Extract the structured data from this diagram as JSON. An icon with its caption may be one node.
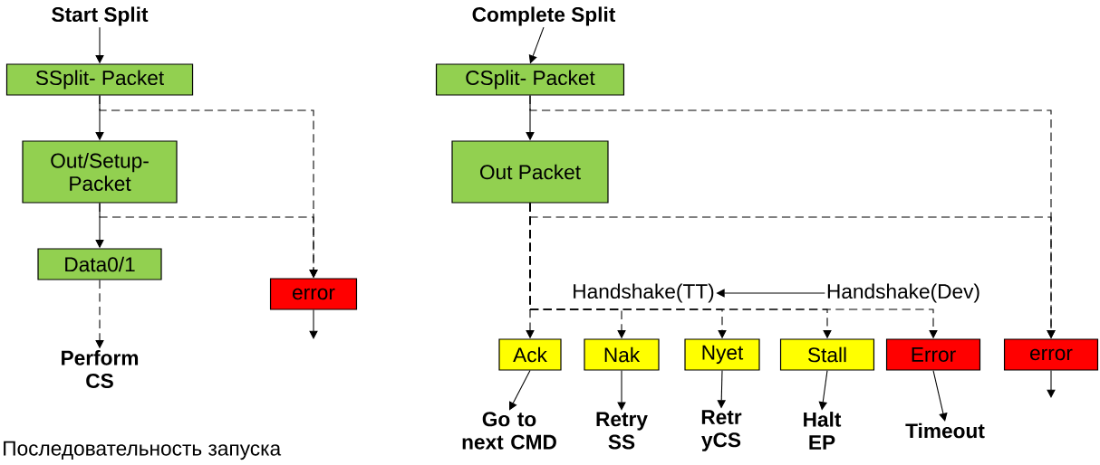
{
  "diagram": {
    "nodes": [
      {
        "text": [
          "Start Split"
        ]
      },
      {
        "text": [
          "SSplit- Packet"
        ]
      },
      {
        "text": [
          "Out/Setup- Packet"
        ]
      },
      {
        "text": [
          "Data0/1"
        ]
      },
      {
        "text": [
          "error"
        ]
      },
      {
        "text": [
          "Perform CS"
        ]
      },
      {
        "text": [
          "Complete Split"
        ]
      },
      {
        "text": [
          "CSplit- Packet"
        ]
      },
      {
        "text": [
          "Out Packet"
        ]
      },
      {
        "text": [
          "Handshake(TT)"
        ]
      },
      {
        "text": [
          "Handshake(Dev)"
        ]
      },
      {
        "text": [
          "Ack"
        ]
      },
      {
        "text": [
          "Nak"
        ]
      },
      {
        "text": [
          "Nyet"
        ]
      },
      {
        "text": [
          "Stall"
        ]
      },
      {
        "text": [
          "Error"
        ]
      },
      {
        "text": [
          "error"
        ]
      },
      {
        "text": [
          "Go to next CMD"
        ]
      },
      {
        "text": [
          "Retry SS"
        ]
      },
      {
        "text": [
          "Retr yCS"
        ]
      },
      {
        "text": [
          "Halt EP"
        ]
      },
      {
        "text": [
          "Timeout"
        ]
      }
    ],
    "edges": [
      {
        "from": 0,
        "to": 1,
        "arrow": "to"
      },
      {
        "from": 1,
        "to": 2,
        "arrow": "to"
      },
      {
        "from": 1,
        "to": 4,
        "arrow": "to",
        "style": "dashed"
      },
      {
        "from": 2,
        "to": 3,
        "arrow": "to"
      },
      {
        "from": 2,
        "to": 4,
        "arrow": "to",
        "style": "dashed"
      },
      {
        "from": 3,
        "to": 5,
        "arrow": "to",
        "style": "dashed"
      },
      {
        "from": 4,
        "to": null,
        "arrow": "to"
      },
      {
        "from": 6,
        "to": 7,
        "arrow": "to"
      },
      {
        "from": 7,
        "to": 8,
        "arrow": "to"
      },
      {
        "from": 7,
        "to": 16,
        "arrow": "to",
        "style": "dashed"
      },
      {
        "from": 8,
        "to": 16,
        "arrow": "to",
        "style": "dashed"
      },
      {
        "from": 8,
        "to": 11,
        "arrow": "to",
        "style": "dashed"
      },
      {
        "from": 8,
        "to": 12,
        "arrow": "to",
        "style": "dashed"
      },
      {
        "from": 8,
        "to": 13,
        "arrow": "to",
        "style": "dashed"
      },
      {
        "from": 8,
        "to": 14,
        "arrow": "to",
        "style": "dashed"
      },
      {
        "from": 8,
        "to": 15,
        "arrow": "to",
        "style": "dashed"
      },
      {
        "from": 10,
        "to": 9,
        "arrow": "to"
      },
      {
        "from": 11,
        "to": 17,
        "arrow": "to"
      },
      {
        "from": 12,
        "to": 18,
        "arrow": "to"
      },
      {
        "from": 13,
        "to": 19,
        "arrow": "to"
      },
      {
        "from": 14,
        "to": 20,
        "arrow": "to"
      },
      {
        "from": 15,
        "to": 21,
        "arrow": "to"
      },
      {
        "from": 16,
        "to": null,
        "arrow": "to"
      }
    ],
    "labels": [
      "Последовательность запуска"
    ]
  }
}
